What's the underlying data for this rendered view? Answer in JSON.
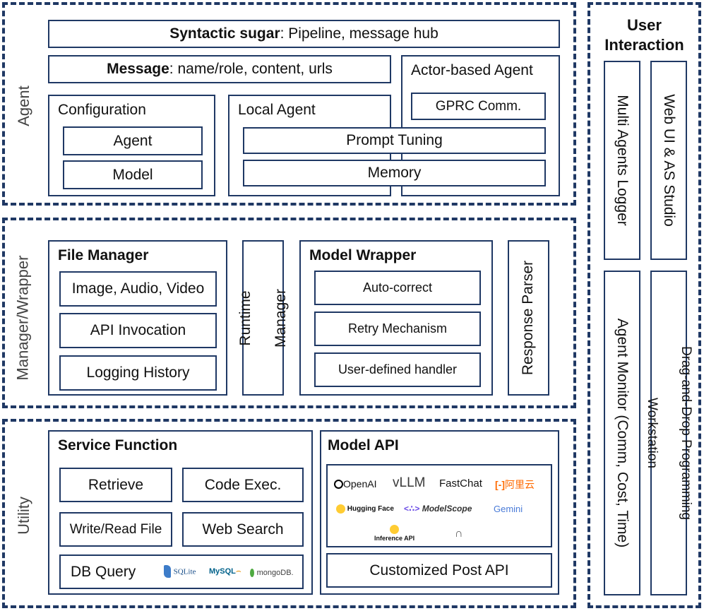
{
  "agent": {
    "section_label": "Agent",
    "sugar": {
      "bold": "Syntactic sugar",
      "rest": ": Pipeline, message hub"
    },
    "message": {
      "bold": "Message",
      "rest": ": name/role, content, urls"
    },
    "actor": {
      "title": "Actor-based Agent",
      "grpc": "GPRC Comm."
    },
    "configuration": {
      "title": "Configuration",
      "agent": "Agent",
      "model": "Model"
    },
    "local_agent": {
      "title": "Local Agent",
      "prompt_tuning": "Prompt Tuning",
      "memory": "Memory"
    }
  },
  "manager": {
    "section_label": "Manager/Wrapper",
    "file_manager": {
      "title": "File Manager",
      "items": [
        "Image, Audio, Video",
        "API Invocation",
        "Logging History"
      ]
    },
    "runtime_manager": {
      "line1": "Runtime",
      "line2": "Manager"
    },
    "model_wrapper": {
      "title": "Model Wrapper",
      "items": [
        "Auto-correct",
        "Retry Mechanism",
        "User-defined handler"
      ]
    },
    "response_parser": "Response Parser"
  },
  "utility": {
    "section_label": "Utility",
    "service_function": {
      "title": "Service Function",
      "items": [
        "Retrieve",
        "Code Exec.",
        "Write/Read File",
        "Web Search"
      ],
      "db_query": "DB Query",
      "db_logos": [
        "SQLite",
        "MySQL",
        "mongoDB."
      ]
    },
    "model_api": {
      "title": "Model API",
      "logos": {
        "openai": "OpenAI",
        "vllm": "vLLM",
        "fastchat": "FastChat",
        "aliyun": "阿里云",
        "huggingface": "Hugging Face",
        "modelscope": "ModelScope",
        "gemini": "Gemini",
        "inference_api": "Inference API"
      },
      "customized": "Customized Post API"
    }
  },
  "user_interaction": {
    "title_line1": "User",
    "title_line2": "Interaction",
    "multi_agents_logger": "Multi Agents Logger",
    "web_ui": "Web UI & AS Studio",
    "agent_monitor": "Agent Monitor (Comm, Cost, Time)",
    "drag_drop_line1": "Drag-and-Drop Programming",
    "drag_drop_line2": "Workstation"
  },
  "colors": {
    "border": "#1f3864",
    "openai": "#000000",
    "vllm_v": "#2a6fdb",
    "vllm_llm": "#3a3a3a",
    "aliyun": "#ff6a00",
    "modelscope": "#6b4ce6",
    "gemini": "#4a7bd8",
    "huggingface": "#ffcc33"
  }
}
